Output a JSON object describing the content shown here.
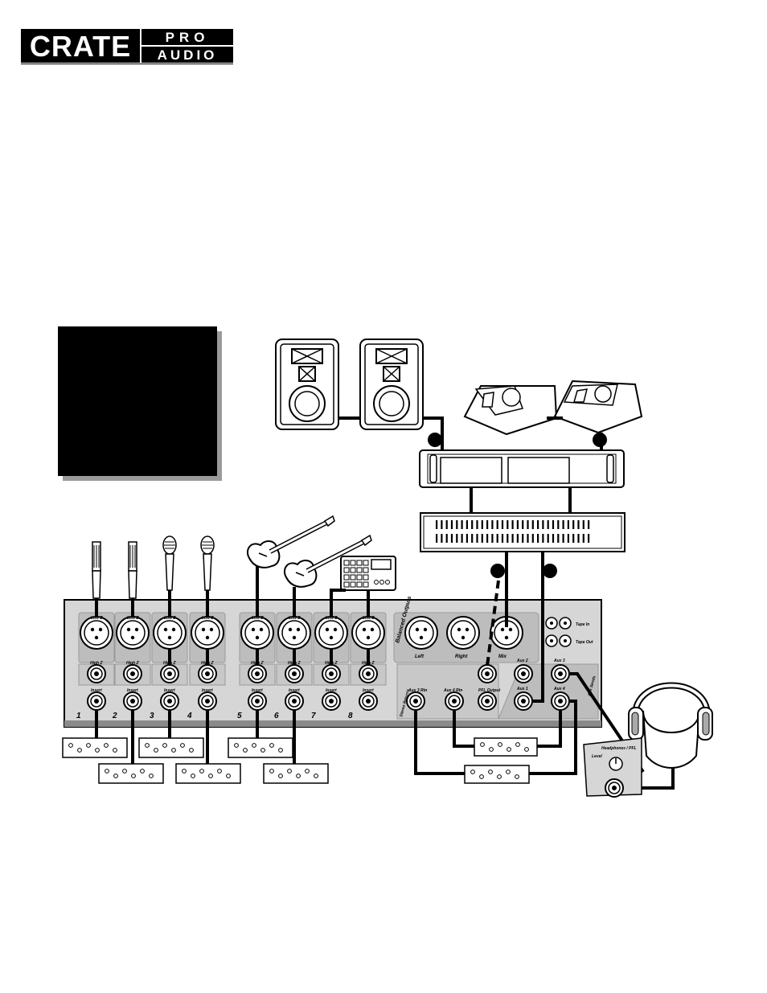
{
  "logo": {
    "brand": "CRATE",
    "line1": "PRO",
    "line2": "AUDIO"
  },
  "channels": [
    {
      "number": "1",
      "low_z": "Low Z",
      "high_z": "High Z",
      "insert": "Insert"
    },
    {
      "number": "2",
      "low_z": "Low Z",
      "high_z": "High Z",
      "insert": "Insert"
    },
    {
      "number": "3",
      "low_z": "Low Z",
      "high_z": "High Z",
      "insert": "Insert"
    },
    {
      "number": "4",
      "low_z": "Low Z",
      "high_z": "High Z",
      "insert": "Insert"
    },
    {
      "number": "5",
      "low_z": "Low Z",
      "high_z": "High Z",
      "insert": "Insert"
    },
    {
      "number": "6",
      "low_z": "Low Z",
      "high_z": "High Z",
      "insert": "Insert"
    },
    {
      "number": "7",
      "low_z": "Low Z",
      "high_z": "High Z",
      "insert": "Insert"
    },
    {
      "number": "8",
      "low_z": "Low Z",
      "high_z": "High Z",
      "insert": "Insert"
    }
  ],
  "outputs": {
    "balanced_outputs": "Balanced Outputs",
    "left": "Left",
    "right": "Right",
    "mix": "Mix",
    "stereo_returns": "Stereo Returns",
    "aux3_rtn": "Aux 3 Rtn",
    "aux4_rtn": "Aux 4 Rtn",
    "pfl_output": "PFL Output",
    "aux1": "Aux 1",
    "aux2": "Aux 2",
    "aux3": "Aux 3",
    "aux4": "Aux 4",
    "aux_sends": "Aux Sends",
    "tape_in": "Tape In",
    "tape_out": "Tape Out"
  },
  "headphones": {
    "title": "Headphones / PFL",
    "level": "Level"
  }
}
